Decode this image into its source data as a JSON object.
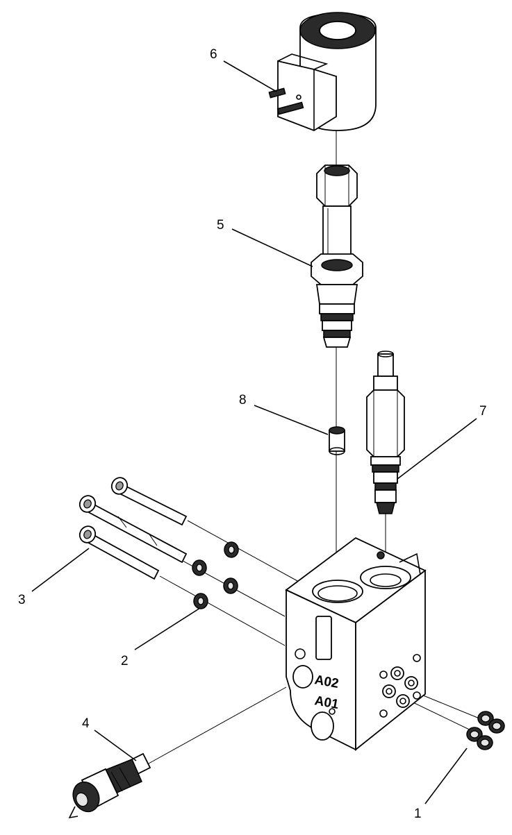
{
  "diagram": {
    "callouts": {
      "c1": "1",
      "c2": "2",
      "c3": "3",
      "c4": "4",
      "c5": "5",
      "c6": "6",
      "c7": "7",
      "c8": "8"
    },
    "block_markings": {
      "port_upper": "A02",
      "port_lower": "A01"
    }
  }
}
